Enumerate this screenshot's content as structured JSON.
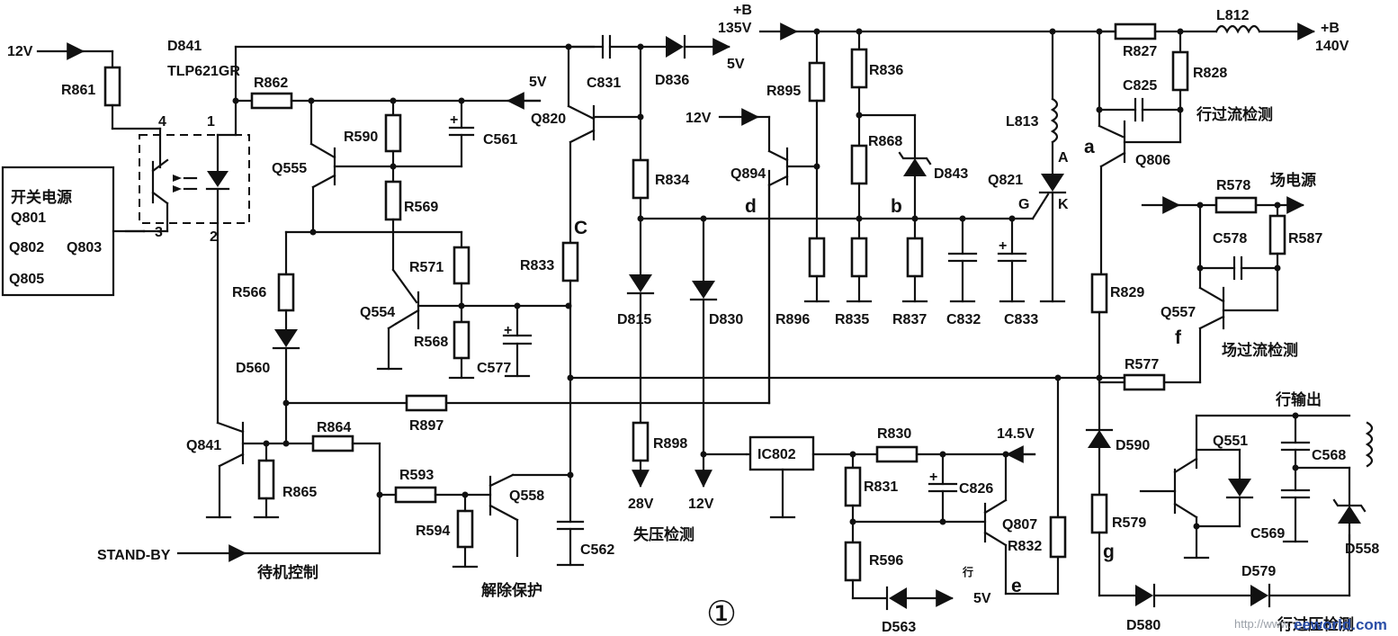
{
  "rails": {
    "input_12v_left": "12V",
    "b_135_top": "+B",
    "b_135_bottom": "135V",
    "b_140_top": "+B",
    "b_140_bottom": "140V",
    "out_5v_top": "5V",
    "in_5v": "5V",
    "in_12v_mid": "12V",
    "v14_5": "14.5V",
    "out_5v_bottom": "5V",
    "out_28v": "28V",
    "out_12v": "12V",
    "standby": "STAND-BY"
  },
  "optocoupler": {
    "name": "D841",
    "part": "TLP621GR",
    "pin1": "1",
    "pin2": "2",
    "pin3": "3",
    "pin4": "4"
  },
  "power_box": {
    "title": "开关电源",
    "items": [
      "Q801",
      "Q802",
      "Q803",
      "Q805"
    ]
  },
  "components": {
    "R861": "R861",
    "R862": "R862",
    "R590": "R590",
    "C561": "C561",
    "Q555": "Q555",
    "R569": "R569",
    "R571": "R571",
    "Q554": "Q554",
    "R568": "R568",
    "C577": "C577",
    "R566": "R566",
    "D560": "D560",
    "Q841": "Q841",
    "R865": "R865",
    "R864": "R864",
    "R897": "R897",
    "R593": "R593",
    "R594": "R594",
    "Q558": "Q558",
    "C562": "C562",
    "C831": "C831",
    "D836": "D836",
    "Q820": "Q820",
    "R834": "R834",
    "R833": "R833",
    "D815": "D815",
    "D830": "D830",
    "R898": "R898",
    "Q894": "Q894",
    "R895": "R895",
    "R896": "R896",
    "R836": "R836",
    "R868": "R868",
    "R835": "R835",
    "D843": "D843",
    "R837": "R837",
    "C832": "C832",
    "C833": "C833",
    "L813": "L813",
    "Q821": "Q821",
    "R827": "R827",
    "L812": "L812",
    "R828": "R828",
    "C825": "C825",
    "Q806": "Q806",
    "R829": "R829",
    "R578": "R578",
    "R587": "R587",
    "C578": "C578",
    "Q557": "Q557",
    "R577": "R577",
    "D590": "D590",
    "R579": "R579",
    "D580": "D580",
    "D579": "D579",
    "Q551": "Q551",
    "C568": "C568",
    "C569": "C569",
    "D558": "D558",
    "IC802": "IC802",
    "R830": "R830",
    "R831": "R831",
    "C826": "C826",
    "Q807": "Q807",
    "R832": "R832",
    "R596": "R596",
    "D563": "D563"
  },
  "scr_pins": {
    "A": "A",
    "G": "G",
    "K": "K"
  },
  "nodes": {
    "a": "a",
    "b": "b",
    "C": "C",
    "d": "d",
    "e": "e",
    "f": "f",
    "g": "g",
    "xing": "行"
  },
  "labels": {
    "standby_ctrl": "待机控制",
    "release_protect": "解除保护",
    "undervolt_detect": "失压检测",
    "line_overcurrent": "行过流检测",
    "field_supply": "场电源",
    "field_overcurrent": "场过流检测",
    "line_output": "行输出",
    "line_overvolt": "行过压检测"
  },
  "figure_number": "①",
  "watermark": {
    "prefix": "http://www.",
    "site": "eeworld.com"
  }
}
